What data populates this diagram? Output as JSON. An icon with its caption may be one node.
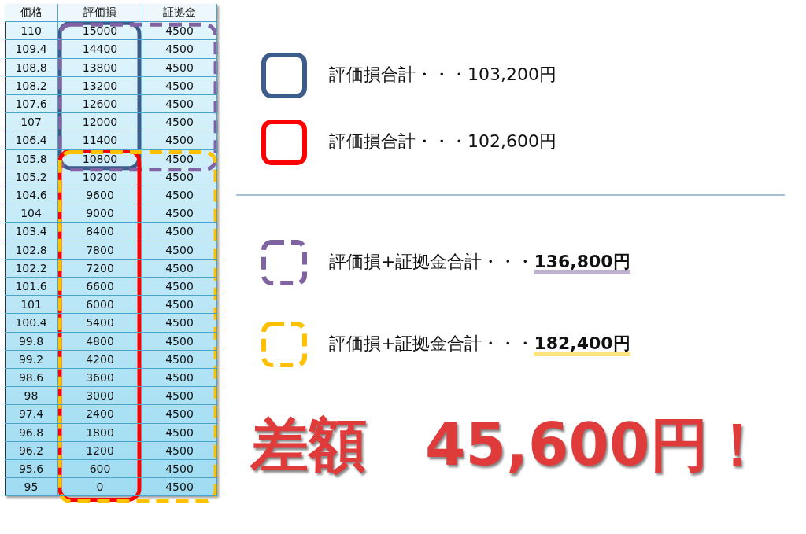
{
  "diagram": {
    "labels": [
      "価格",
      "評価損",
      "証拠金",
      "110",
      "15000",
      "4500",
      "109.4",
      "14400",
      "4500",
      "108.8",
      "13800",
      "4500",
      "108.2",
      "13200",
      "4500",
      "107.6",
      "12600",
      "4500",
      "107",
      "12000",
      "4500",
      "106.4",
      "11400",
      "4500",
      "105.8",
      "10800",
      "4500",
      "105.2",
      "10200",
      "4500",
      "104.6",
      "9600",
      "4500",
      "104",
      "9000",
      "4500",
      "103.4",
      "8400",
      "4500",
      "102.8",
      "7800",
      "4500",
      "102.2",
      "7200",
      "4500",
      "101.6",
      "6600",
      "4500",
      "101",
      "6000",
      "4500",
      "100.4",
      "5400",
      "4500",
      "99.8",
      "4800",
      "4500",
      "99.2",
      "4200",
      "4500",
      "98.6",
      "3600",
      "4500",
      "98",
      "3000",
      "4500",
      "97.4",
      "2400",
      "4500",
      "96.8",
      "1800",
      "4500",
      "96.2",
      "1200",
      "4500",
      "95.6",
      "600",
      "4500",
      "95",
      "0",
      "4500",
      "差額　45,600円！"
    ],
    "legend": [
      {
        "text": "評価損合計・・・103,200円"
      },
      {
        "text": "評価損合計・・・102,600円"
      },
      {
        "text": "評価損+証拠金合計・・・**136,800円**"
      },
      {
        "text": "評価損+証拠金合計・・・**182,400円**"
      }
    ]
  }
}
